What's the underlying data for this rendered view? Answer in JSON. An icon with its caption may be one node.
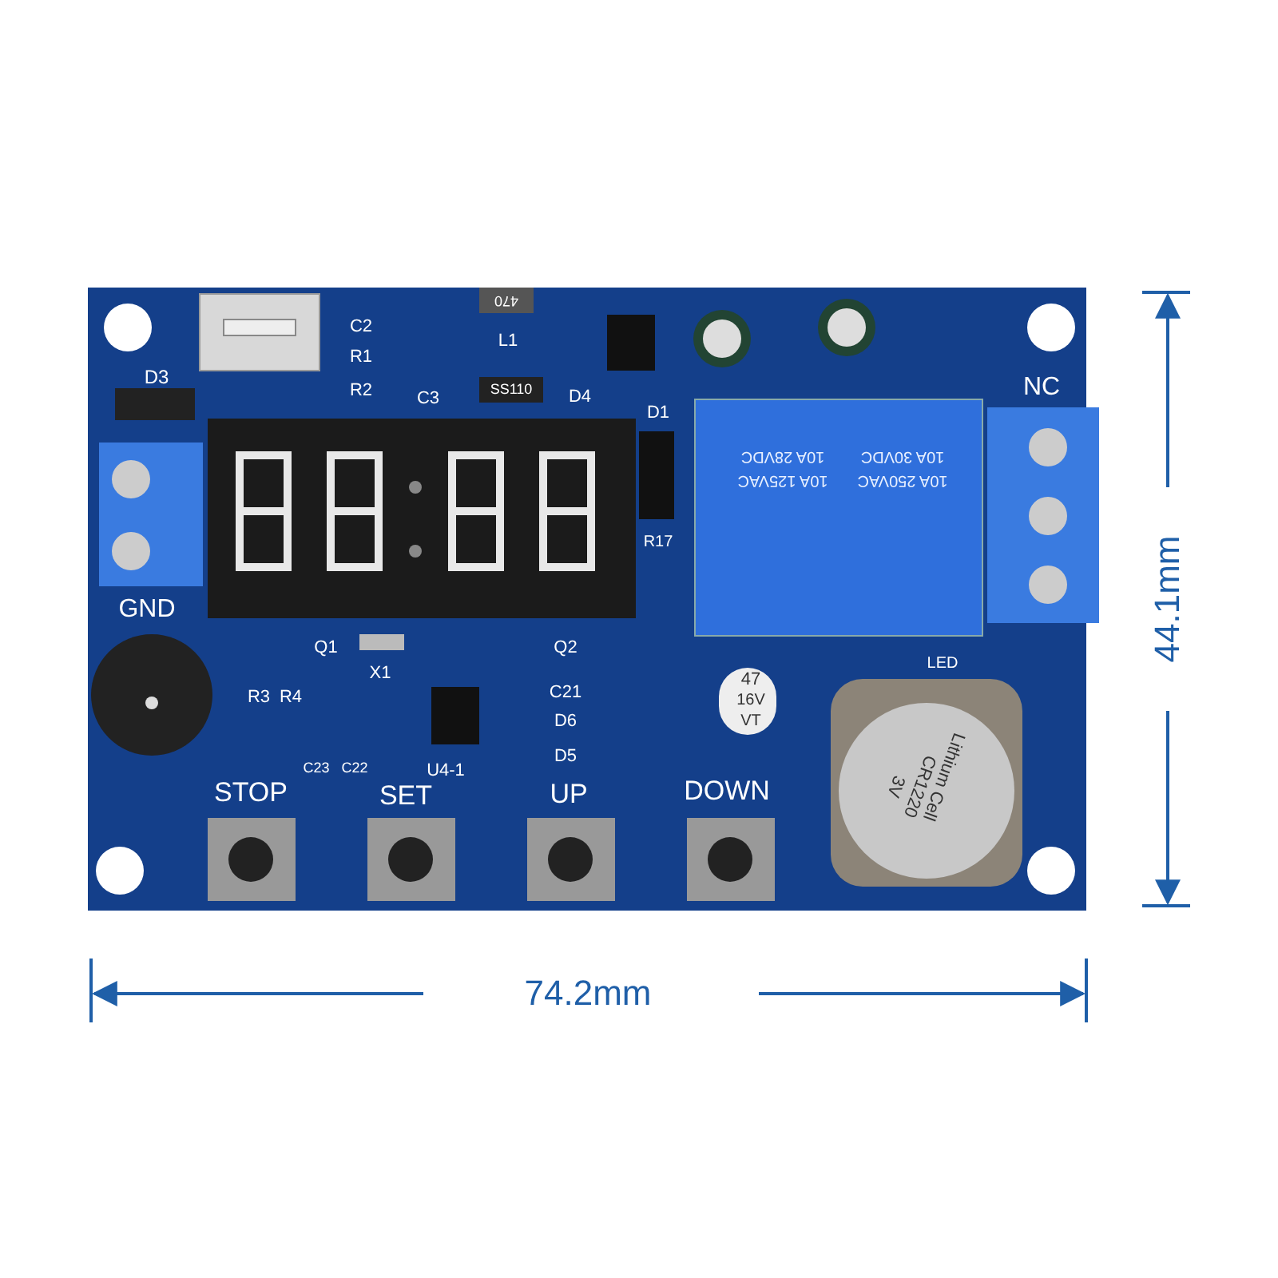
{
  "diagram": {
    "nodes": [
      {
        "text": [],
        "shape": "box"
      }
    ],
    "labels": [
      "D3",
      "C2",
      "R1",
      "R2",
      "C3",
      "470",
      "L1",
      "SS110",
      "D4",
      "D1",
      "NC",
      "10A 250VAC",
      "10A 125VAC",
      "10A 30VDC",
      "10A 28VDC",
      "R17",
      "GND",
      "Q1",
      "X1",
      "Q2",
      "LED",
      "R3",
      "R4",
      "C21",
      "47",
      "16V",
      "VT",
      "D6",
      "C23",
      "C22",
      "U4-1",
      "D5",
      "Lithium Cell",
      "CR1220",
      "3V",
      "STOP",
      "SET",
      "UP",
      "DOWN",
      "44.1mm",
      "74.2mm"
    ]
  }
}
